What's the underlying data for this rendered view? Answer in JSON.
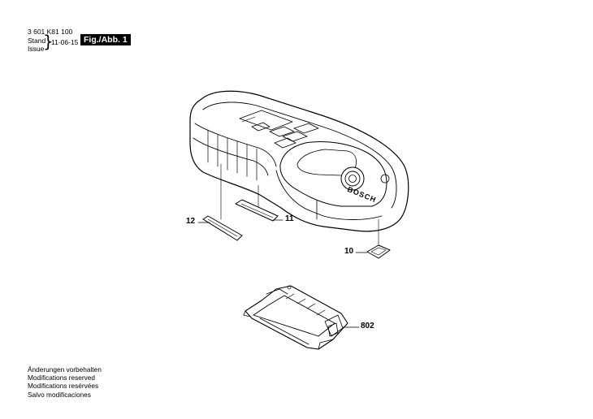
{
  "header": {
    "part_number": "3 601 K81 100",
    "stand_label": "Stand",
    "issue_label": "Issue",
    "brace": "}",
    "date": "11-06-15",
    "figure_label": "Fig./Abb. 1"
  },
  "device": {
    "brand_text": "BOSCH"
  },
  "callouts": {
    "c12": "12",
    "c11": "11",
    "c10": "10",
    "c802": "802"
  },
  "footer": {
    "lines": [
      "Änderungen vorbehalten",
      "Modifications reserved",
      "Modifications resérvées",
      "Salvo modificaciones"
    ]
  }
}
